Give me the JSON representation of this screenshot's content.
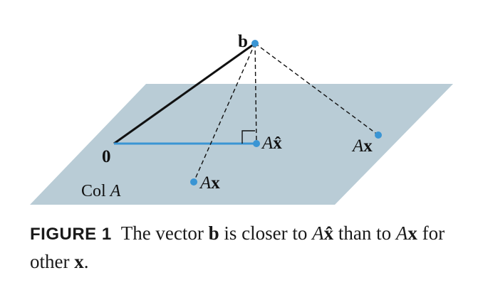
{
  "diagram": {
    "labels": {
      "b": "b",
      "origin": "0",
      "col_a_prefix": "Col ",
      "col_a_var": "A",
      "ax_hat_var": "A",
      "ax_hat_vec": "x̂",
      "ax_var": "A",
      "ax_vec": "x"
    },
    "colors": {
      "plane": "#b9ccd6",
      "point": "#3a95d4",
      "projection_segment": "#3a95d4",
      "b_segment": "#111111",
      "dashed": "#111111"
    }
  },
  "caption": {
    "label": "FIGURE 1",
    "t1": "The vector ",
    "b": "b",
    "t2": " is closer to ",
    "a1": "A",
    "xhat": "x̂",
    "t3": " than to ",
    "a2": "A",
    "x1": "x",
    "t4": " for other ",
    "x2": "x",
    "t5": "."
  }
}
